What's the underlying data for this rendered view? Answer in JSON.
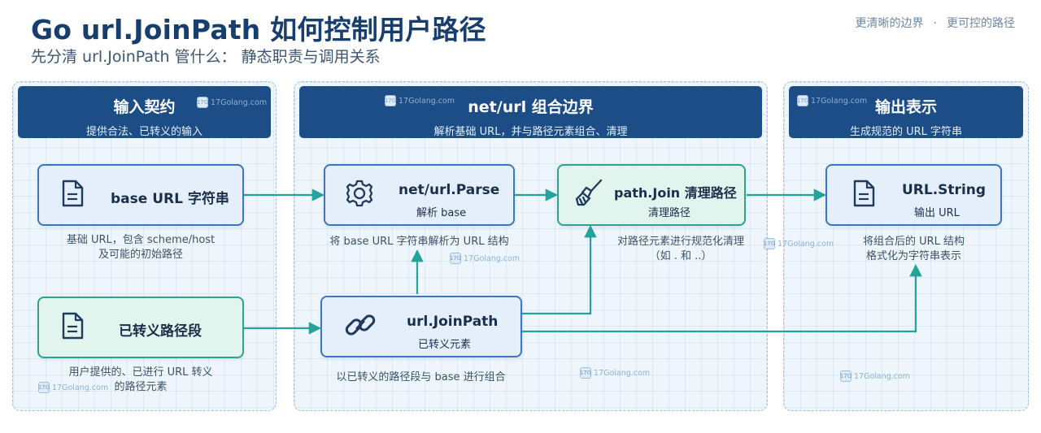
{
  "header": {
    "title": "Go url.JoinPath 如何控制用户路径",
    "subtitle": "先分清 url.JoinPath 管什么： 静态职责与调用关系",
    "tag_left": "更清晰的边界",
    "tag_sep": "·",
    "tag_right": "更可控的路径"
  },
  "panels": {
    "input": {
      "title": "输入契约",
      "subtitle": "提供合法、已转义的输入"
    },
    "boundary": {
      "title": "net/url 组合边界",
      "subtitle": "解析基础 URL，并与路径元素组合、清理"
    },
    "output": {
      "title": "输出表示",
      "subtitle": "生成规范的 URL 字符串"
    }
  },
  "nodes": {
    "base_url": {
      "title": "base URL 字符串",
      "icon": "document-icon",
      "color": "#3b77c0"
    },
    "parse": {
      "title": "net/url.Parse",
      "subtitle": "解析 base",
      "icon": "gear-icon",
      "color": "#3b77c0"
    },
    "path_join": {
      "title": "path.Join 清理路径",
      "subtitle": "清理路径",
      "icon": "broom-icon",
      "color": "#2ea28a"
    },
    "url_string": {
      "title": "URL.String",
      "subtitle": "输出 URL",
      "icon": "document-icon",
      "color": "#3b77c0"
    },
    "escaped": {
      "title": "已转义路径段",
      "icon": "document-icon",
      "color": "#2ea28a"
    },
    "join_path": {
      "title": "url.JoinPath",
      "subtitle": "已转义元素",
      "icon": "link-icon",
      "color": "#3b77c0"
    }
  },
  "descriptions": {
    "base_url": [
      "基础 URL，包含 scheme/host",
      "及可能的初始路径"
    ],
    "parse": [
      "将 base URL 字符串解析为 URL 结构"
    ],
    "path_join": [
      "对路径元素进行规范化清理",
      "（如 . 和 ..）"
    ],
    "url_string": [
      "将组合后的 URL 结构",
      "格式化为字符串表示"
    ],
    "escaped": [
      "用户提供的、已进行 URL 转义",
      "的路径元素"
    ],
    "join_path": [
      "以已转义的路径段与 base 进行组合"
    ]
  },
  "watermark": {
    "text": "17Golang.com",
    "badge": "17G"
  },
  "colors": {
    "header_bg": "#1d4d86",
    "arrow": "#25a39a",
    "title": "#173e6c"
  }
}
